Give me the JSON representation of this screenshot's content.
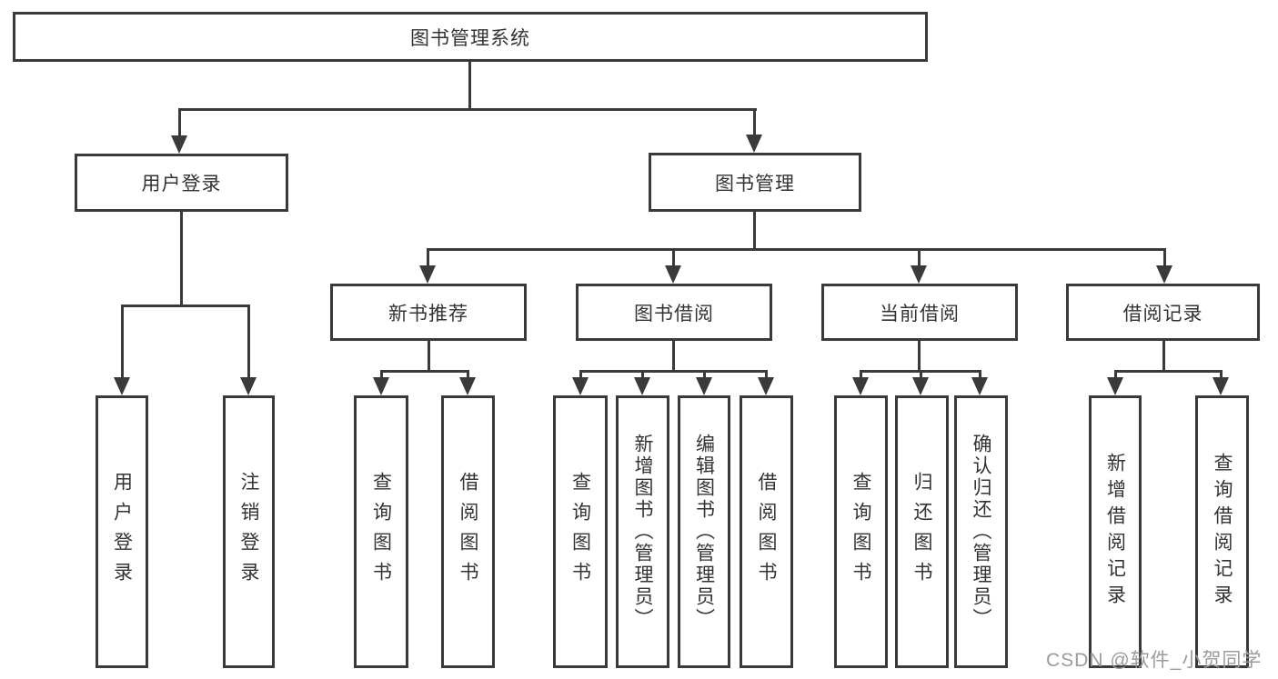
{
  "title": "图书管理系统",
  "tree": {
    "root": "图书管理系统",
    "branches": [
      {
        "label": "用户登录",
        "children": [
          "用户登录",
          "注销登录"
        ]
      },
      {
        "label": "图书管理",
        "children": [
          {
            "label": "新书推荐",
            "children": [
              "查询图书",
              "借阅图书"
            ]
          },
          {
            "label": "图书借阅",
            "children": [
              "查询图书",
              "新增图书（管理员）",
              "编辑图书（管理员）",
              "借阅图书"
            ]
          },
          {
            "label": "当前借阅",
            "children": [
              "查询图书",
              "归还图书",
              "确认归还（管理员）"
            ]
          },
          {
            "label": "借阅记录",
            "children": [
              "新增借阅记录",
              "查询借阅记录"
            ]
          }
        ]
      }
    ]
  },
  "watermark": "CSDN @软件_小贺同学",
  "colors": {
    "line": "#3a3a3a",
    "text": "#333333",
    "watermark": "#9b9b9b",
    "background": "#ffffff"
  }
}
